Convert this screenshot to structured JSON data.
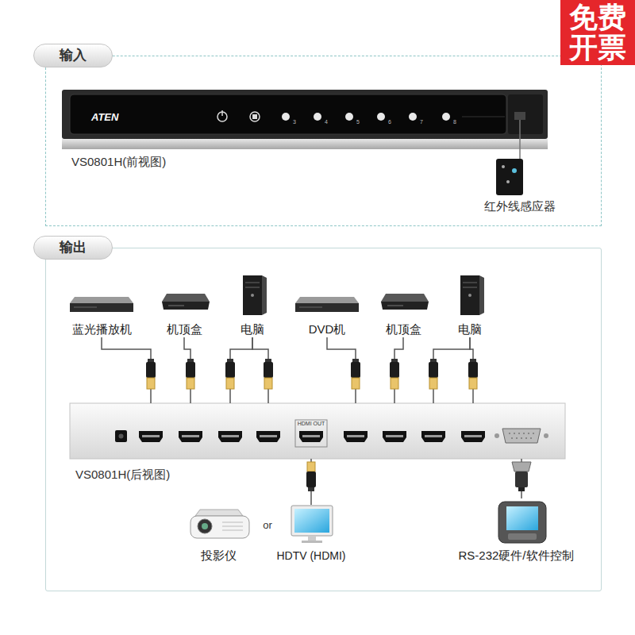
{
  "diagram": {
    "nodes": [
      {
        "text": [
          "免费 开票"
        ]
      },
      {
        "text": [
          "输入"
        ]
      },
      {
        "text": [
          "ATEN"
        ],
        "in": 1
      },
      {
        "text": [
          "输出"
        ]
      },
      {
        "text": [
          "蓝光播放机"
        ],
        "in": 3
      },
      {
        "text": [
          "机顶盒"
        ],
        "in": 3
      },
      {
        "text": [
          "电脑"
        ],
        "in": 3
      },
      {
        "text": [
          "DVD机"
        ],
        "in": 3
      },
      {
        "text": [
          "机顶盒"
        ],
        "in": 3
      },
      {
        "text": [
          "电脑"
        ],
        "in": 3
      },
      {
        "text": [
          "HDMI OUT"
        ],
        "in": 3
      },
      {
        "text": [
          "投影仪"
        ],
        "in": 3
      },
      {
        "text": [
          "HDTV (HDMI)"
        ],
        "in": 3
      },
      {
        "text": [
          "RS-232硬件/软件控制"
        ],
        "in": 3
      }
    ],
    "edges": [
      {
        "from": 4,
        "to": 10,
        "arrow": "none"
      },
      {
        "from": 5,
        "to": 10,
        "arrow": "none"
      },
      {
        "from": 6,
        "to": 10,
        "arrow": "none"
      },
      {
        "from": 6,
        "to": 10,
        "arrow": "none"
      },
      {
        "from": 7,
        "to": 10,
        "arrow": "none"
      },
      {
        "from": 8,
        "to": 10,
        "arrow": "none"
      },
      {
        "from": 9,
        "to": 10,
        "arrow": "none"
      },
      {
        "from": 9,
        "to": 10,
        "arrow": "none"
      },
      {
        "from": 10,
        "to": 12,
        "arrow": "none"
      },
      {
        "from": 10,
        "to": 13,
        "arrow": "none"
      }
    ],
    "labels": [
      "3",
      "4",
      "5",
      "6",
      "7",
      "8",
      "VS0801H(前视图)",
      "红外线感应器",
      "VS0801H(后视图)",
      "or"
    ]
  }
}
